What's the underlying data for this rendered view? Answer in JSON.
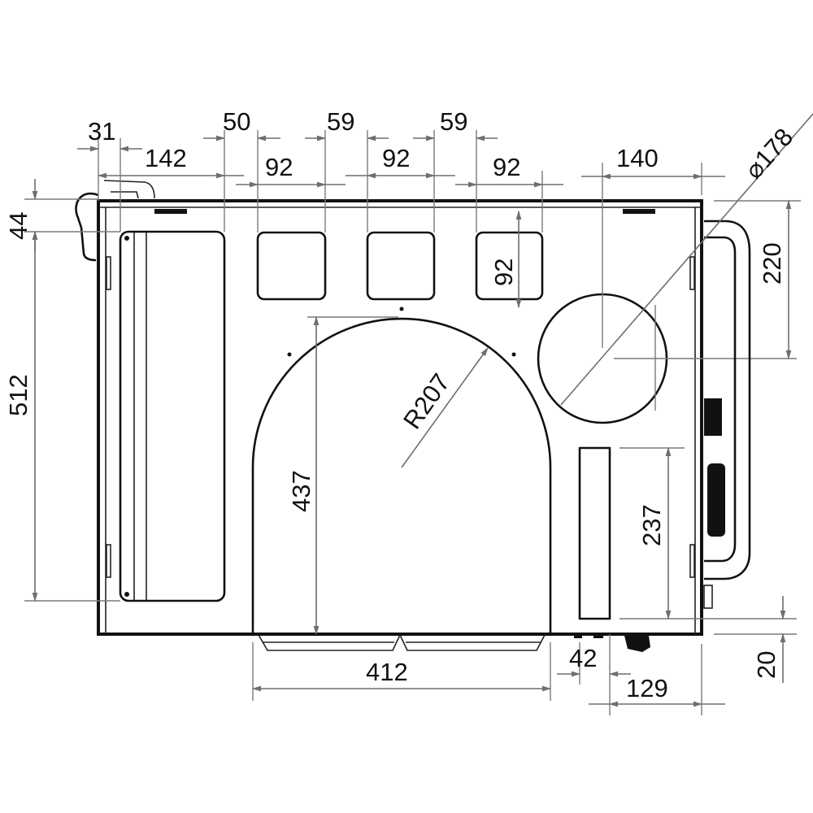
{
  "drawing": {
    "type": "technical-dimension-drawing",
    "subject": "cabinet front view with openings and side handles",
    "colors": {
      "object_line": "#111111",
      "dimension_line": "#6e6e6e",
      "background": "#ffffff"
    }
  },
  "dimensions": {
    "top_row_1": {
      "d31": "31",
      "d50": "50",
      "d59a": "59",
      "d59b": "59"
    },
    "top_row_2": {
      "d142": "142",
      "d92a": "92",
      "d92b": "92",
      "d92c": "92",
      "d140": "140"
    },
    "diameter": "⌀178",
    "left": {
      "d44": "44",
      "d512": "512"
    },
    "right": {
      "d220": "220",
      "d20": "20"
    },
    "inner": {
      "d92_vertical": "92",
      "radius": "R207",
      "d437": "437",
      "d237": "237"
    },
    "bottom": {
      "d412": "412",
      "d42": "42",
      "d129": "129"
    }
  }
}
